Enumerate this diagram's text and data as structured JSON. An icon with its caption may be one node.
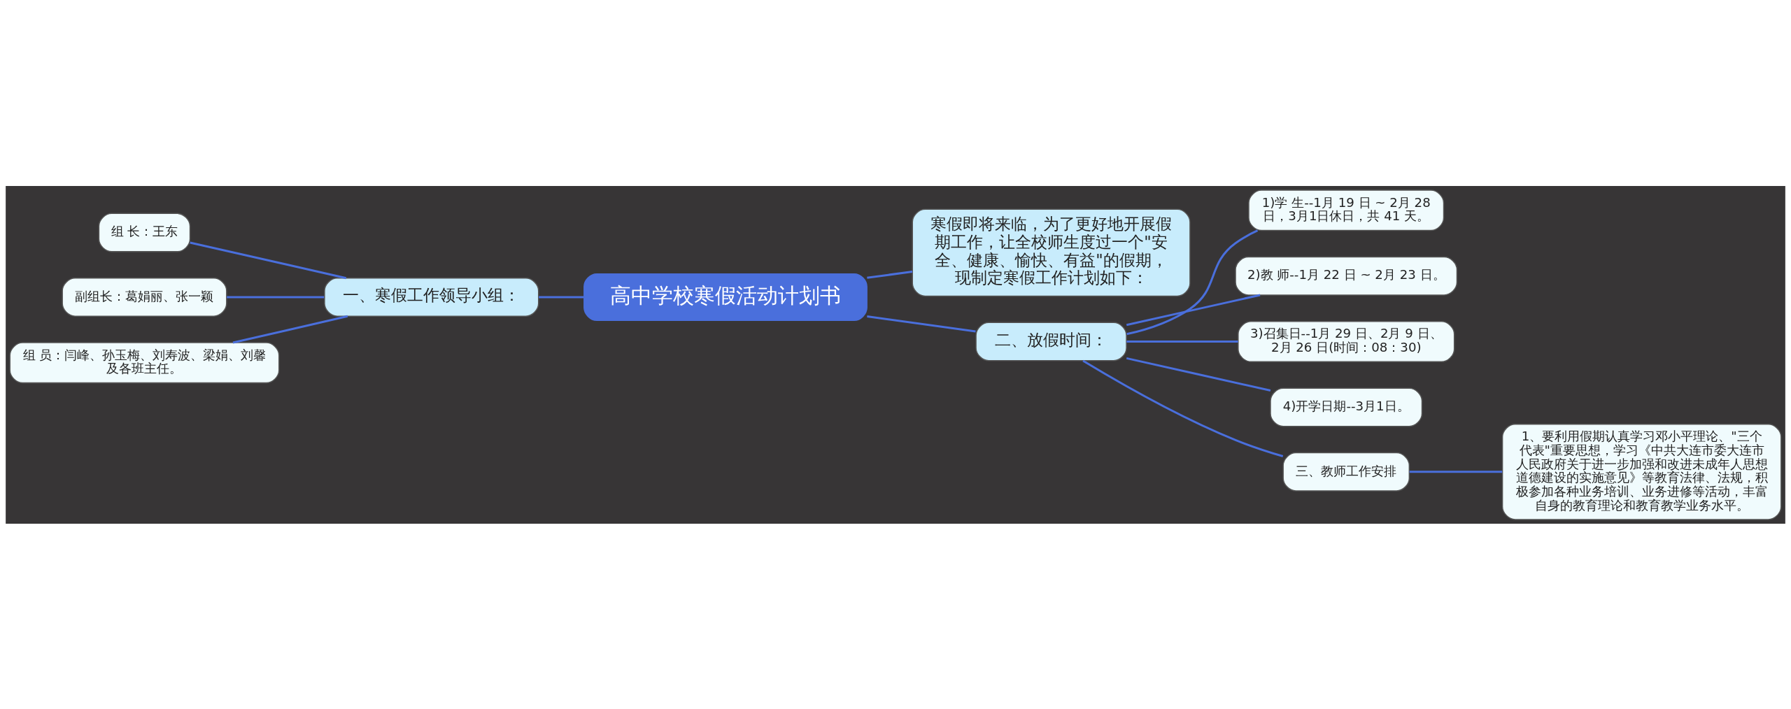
{
  "diagram": {
    "nodes": [
      {
        "text": [
          "高中学校寒假活动计划书"
        ]
      },
      {
        "text": [
          "一、寒假工作领导小组："
        ]
      },
      {
        "text": [
          "组 长：王东"
        ]
      },
      {
        "text": [
          "副组长：葛娟丽、张一颖"
        ]
      },
      {
        "text": [
          "组 员：闫峰、孙玉梅、刘寿波、梁娟、刘馨及各班主任。"
        ]
      },
      {
        "text": [
          "寒假即将来临，为了更好地开展假期工作，让全校师生度过一个\"安全、健康、愉快、有益\"的假期，现制定寒假工作计划如下："
        ]
      },
      {
        "text": [
          "二、放假时间："
        ]
      },
      {
        "text": [
          "1)学 生--1月 19 日 ~ 2月 28 日，3月1日休日，共 41 天。"
        ]
      },
      {
        "text": [
          "2)教 师--1月 22 日 ~ 2月 23 日。"
        ]
      },
      {
        "text": [
          "3)召集日--1月 29 日、2月 9 日、2月 26 日(时间：08：30)"
        ]
      },
      {
        "text": [
          "4)开学日期--3月1日。"
        ]
      },
      {
        "text": [
          "三、教师工作安排"
        ]
      },
      {
        "text": [
          "1、要利用假期认真学习邓小平理论、\"三个代表\"重要思想，学习《中共大连市委大连市人民政府关于进一步加强和改进未成年人思想道德建设的实施意见》等教育法律、法规，积极参加各种业务培训、业务进修等活动，丰富自身的教育理论和教育教学业务水平。"
        ]
      }
    ],
    "edges": [
      {
        "from": 0,
        "to": 1,
        "arrow": "none"
      },
      {
        "from": 1,
        "to": 2,
        "arrow": "none"
      },
      {
        "from": 1,
        "to": 3,
        "arrow": "none"
      },
      {
        "from": 1,
        "to": 4,
        "arrow": "none"
      },
      {
        "from": 0,
        "to": 5,
        "arrow": "none"
      },
      {
        "from": 0,
        "to": 6,
        "arrow": "none"
      },
      {
        "from": 6,
        "to": 7,
        "arrow": "none"
      },
      {
        "from": 6,
        "to": 8,
        "arrow": "none"
      },
      {
        "from": 6,
        "to": 9,
        "arrow": "none"
      },
      {
        "from": 6,
        "to": 10,
        "arrow": "none"
      },
      {
        "from": 6,
        "to": 11,
        "arrow": "none"
      },
      {
        "from": 11,
        "to": 12,
        "arrow": "none"
      }
    ]
  }
}
